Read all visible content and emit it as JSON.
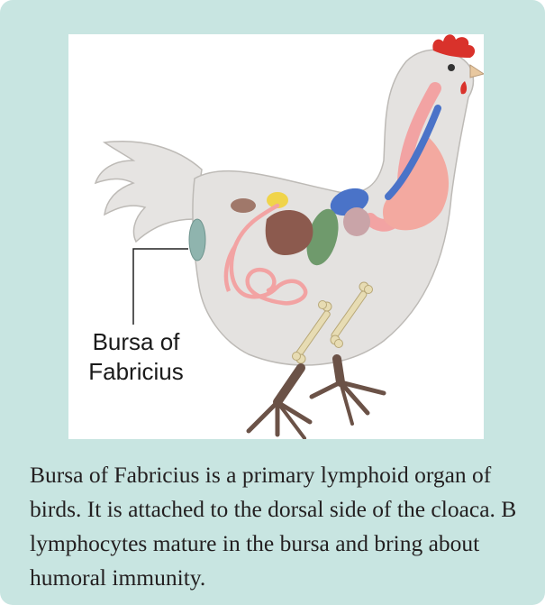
{
  "figure": {
    "label": "Bursa of Fabricius",
    "icon": "chicken-anatomy-illustration"
  },
  "caption": {
    "text": "Bursa of Fabricius is a primary lymphoid organ of birds. It is attached to the dorsal side of the cloaca.  B lymphocytes mature in the bursa and bring about humoral immunity."
  },
  "colors": {
    "panel": "#c8e5e1",
    "body": "#e4e2e0",
    "bursa": "#8fb4ae",
    "intestine": "#f2a3a3",
    "esophagus_blue": "#4a73c8",
    "gizzard": "#6f9a6c",
    "liver": "#8c5a4e",
    "gall_yellow": "#f0d44a",
    "comb": "#d9322b",
    "legs": "#6b5247",
    "bones": "#e7dcb3"
  }
}
